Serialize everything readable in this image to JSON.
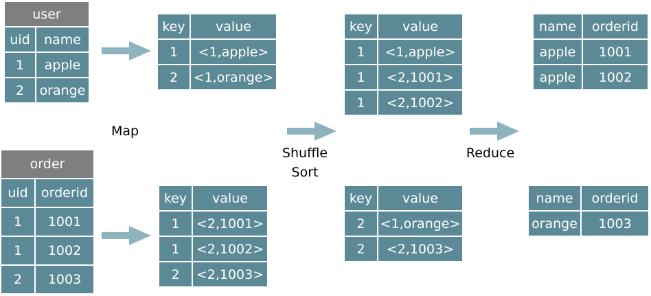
{
  "tables": {
    "user": {
      "title": "user",
      "headers": [
        "uid",
        "name"
      ],
      "rows": [
        [
          "1",
          "apple"
        ],
        [
          "2",
          "orange"
        ]
      ]
    },
    "order": {
      "title": "order",
      "headers": [
        "uid",
        "orderid"
      ],
      "rows": [
        [
          "1",
          "1001"
        ],
        [
          "1",
          "1002"
        ],
        [
          "2",
          "1003"
        ]
      ]
    },
    "map_top": {
      "headers": [
        "key",
        "value"
      ],
      "rows": [
        [
          "1",
          "<1,apple>"
        ],
        [
          "2",
          "<1,orange>"
        ]
      ]
    },
    "map_bottom": {
      "headers": [
        "key",
        "value"
      ],
      "rows": [
        [
          "1",
          "<2,1001>"
        ],
        [
          "1",
          "<2,1002>"
        ],
        [
          "2",
          "<2,1003>"
        ]
      ]
    },
    "shuffle_top": {
      "headers": [
        "key",
        "value"
      ],
      "rows": [
        [
          "1",
          "<1,apple>"
        ],
        [
          "1",
          "<2,1001>"
        ],
        [
          "1",
          "<2,1002>"
        ]
      ]
    },
    "shuffle_bottom": {
      "headers": [
        "key",
        "value"
      ],
      "rows": [
        [
          "2",
          "<1,orange>"
        ],
        [
          "2",
          "<2,1003>"
        ]
      ]
    },
    "reduce_top": {
      "headers": [
        "name",
        "orderid"
      ],
      "rows": [
        [
          "apple",
          "1001"
        ],
        [
          "apple",
          "1002"
        ]
      ]
    },
    "reduce_bottom": {
      "headers": [
        "name",
        "orderid"
      ],
      "rows": [
        [
          "orange",
          "1003"
        ]
      ]
    }
  },
  "labels": {
    "map": "Map",
    "shuffle": "Shuffle",
    "sort": "Sort",
    "reduce": "Reduce"
  },
  "colors": {
    "cell": "#5b8a96",
    "title": "#7f7f7f",
    "arrow": "#8db3be",
    "text": "#ffffff"
  }
}
